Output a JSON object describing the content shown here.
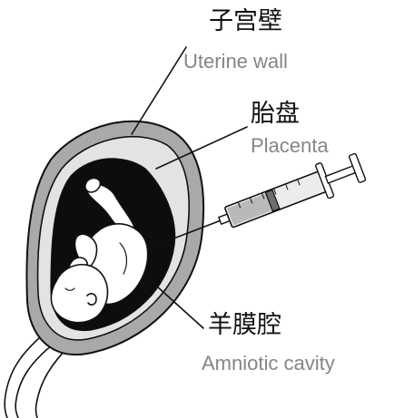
{
  "labels": {
    "uterine_wall": {
      "zh": "子宫壁",
      "en": "Uterine wall"
    },
    "placenta": {
      "zh": "胎盘",
      "en": "Placenta"
    },
    "amniotic_cavity": {
      "zh": "羊膜腔",
      "en": "Amniotic cavity"
    }
  },
  "colors": {
    "outline": "#111111",
    "uterine_wall": "#a9a9a9",
    "placenta": "#e3e3e3",
    "amniotic_fluid": "#0d0d0d",
    "fetus": "#ffffff",
    "syringe_barrel": "#ececec",
    "syringe_fill": "#b9b9b9",
    "english_label": "#858585"
  },
  "icons": [
    "syringe-icon"
  ]
}
